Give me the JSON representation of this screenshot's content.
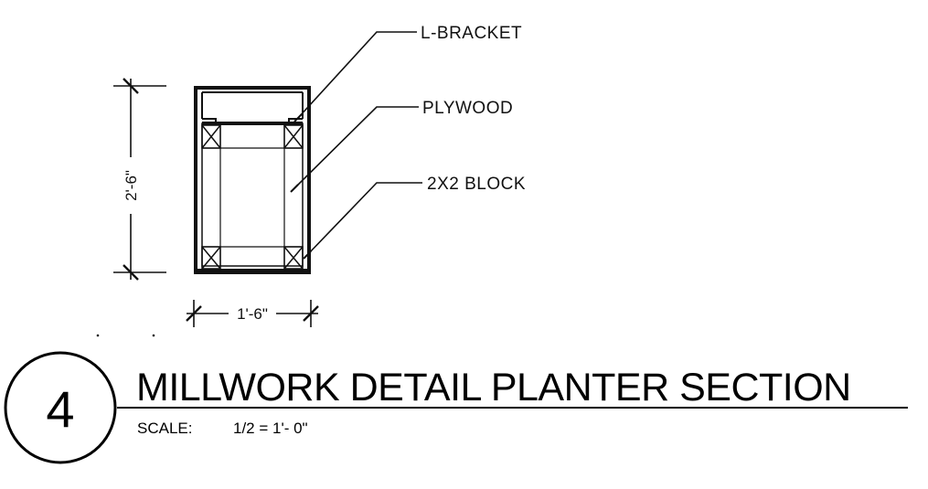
{
  "callouts": {
    "l_bracket": "L-BRACKET",
    "plywood": "PLYWOOD",
    "block": "2X2 BLOCK"
  },
  "dimensions": {
    "height": "2'-6\"",
    "width": "1'-6\""
  },
  "title_block": {
    "detail_number": "4",
    "title": "MILLWORK DETAIL PLANTER SECTION",
    "scale_label": "SCALE:",
    "scale_value": "1/2 = 1'- 0\""
  }
}
